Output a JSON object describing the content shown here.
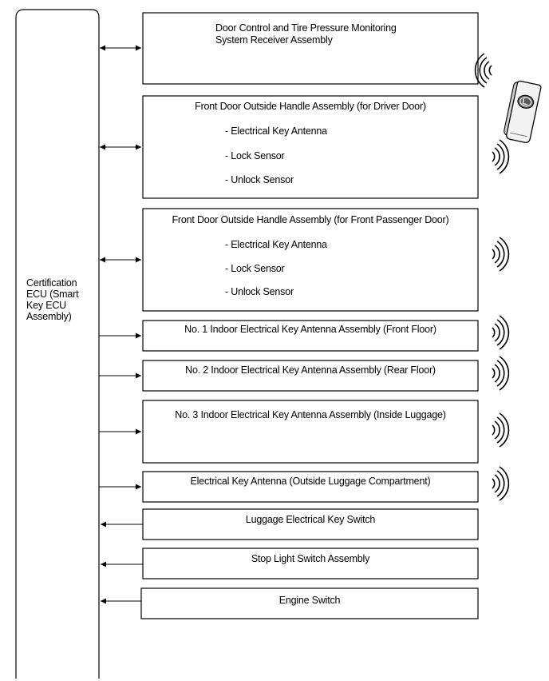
{
  "ecu": {
    "lines": [
      "Certification",
      "ECU (Smart",
      "Key ECU",
      "Assembly)"
    ]
  },
  "components": [
    {
      "id": "receiver",
      "title_lines": [
        "Door Control and Tire Pressure Monitoring",
        "System Receiver Assembly"
      ],
      "sub": [],
      "link": "bidirectional",
      "wireless": true
    },
    {
      "id": "driver-handle",
      "title_lines": [
        "Front Door Outside Handle Assembly (for Driver Door)"
      ],
      "sub": [
        "- Electrical Key Antenna",
        "- Lock Sensor",
        "- Unlock Sensor"
      ],
      "link": "bidirectional",
      "wireless": true
    },
    {
      "id": "passenger-handle",
      "title_lines": [
        "Front Door Outside Handle Assembly (for Front Passenger Door)"
      ],
      "sub": [
        "- Electrical Key Antenna",
        "- Lock Sensor",
        "- Unlock Sensor"
      ],
      "link": "bidirectional",
      "wireless": true
    },
    {
      "id": "indoor-antenna-1",
      "title_lines": [
        "No. 1 Indoor Electrical Key Antenna Assembly (Front Floor)"
      ],
      "sub": [],
      "link": "to-component",
      "wireless": true
    },
    {
      "id": "indoor-antenna-2",
      "title_lines": [
        "No. 2 Indoor Electrical Key Antenna Assembly (Rear Floor)"
      ],
      "sub": [],
      "link": "to-component",
      "wireless": true
    },
    {
      "id": "indoor-antenna-3",
      "title_lines": [
        "No. 3 Indoor Electrical Key Antenna Assembly (Inside Luggage)"
      ],
      "sub": [],
      "link": "to-component",
      "wireless": true
    },
    {
      "id": "luggage-antenna",
      "title_lines": [
        "Electrical Key Antenna (Outside Luggage Compartment)"
      ],
      "sub": [],
      "link": "to-component",
      "wireless": true
    },
    {
      "id": "luggage-switch",
      "title_lines": [
        "Luggage Electrical Key Switch"
      ],
      "sub": [],
      "link": "to-ecu",
      "wireless": false
    },
    {
      "id": "stop-light-switch",
      "title_lines": [
        "Stop Light Switch Assembly"
      ],
      "sub": [],
      "link": "to-ecu",
      "wireless": false
    },
    {
      "id": "engine-switch",
      "title_lines": [
        "Engine Switch"
      ],
      "sub": [],
      "link": "to-ecu",
      "wireless": false
    }
  ],
  "key_fob": {
    "icon": "electronic-key-icon"
  },
  "wave_icon": "radio-wave-icon"
}
